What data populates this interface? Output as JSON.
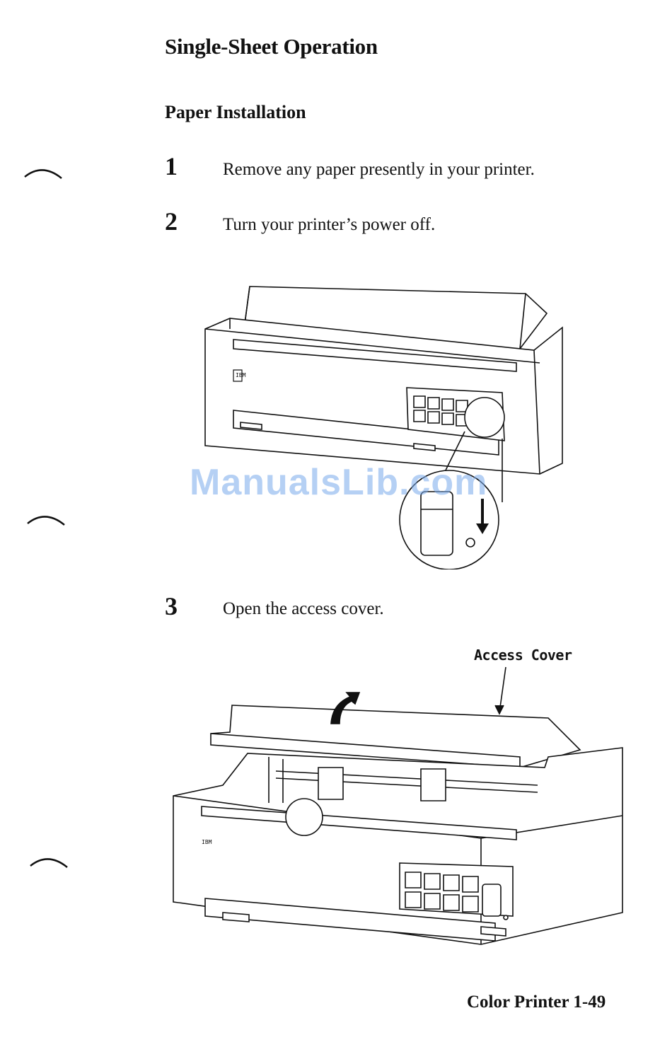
{
  "page": {
    "title": "Single-Sheet Operation",
    "subtitle": "Paper Installation",
    "steps": [
      {
        "number": "1",
        "text": "Remove any paper presently in your printer."
      },
      {
        "number": "2",
        "text": "Turn your printer’s power off."
      },
      {
        "number": "3",
        "text": "Open the access cover."
      }
    ],
    "figure1": {
      "logo": "IBM"
    },
    "figure2": {
      "callout": "Access Cover",
      "logo": "IBM"
    },
    "footer": "Color Printer  1-49",
    "watermark": "ManualsLib.com"
  }
}
